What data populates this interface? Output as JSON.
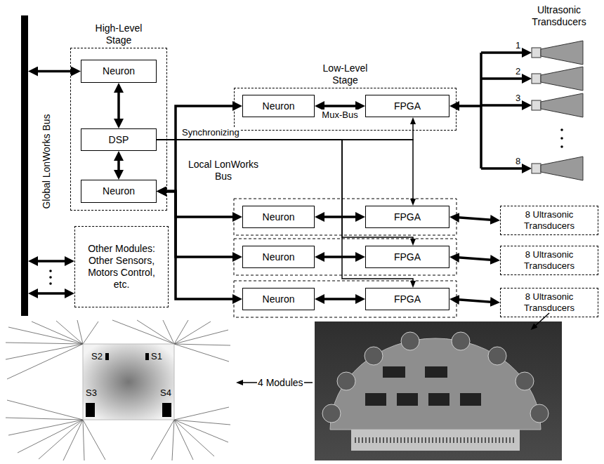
{
  "diagram": {
    "nodes": [
      {
        "text": [
          "Global LonWorks Bus"
        ]
      },
      {
        "text": [
          "High-Level Stage"
        ]
      },
      {
        "text": [
          "Neuron"
        ],
        "in": 1
      },
      {
        "text": [
          "DSP"
        ],
        "in": 1
      },
      {
        "text": [
          "Neuron"
        ],
        "in": 1
      },
      {
        "text": [
          "Other Modules: Other Sensors, Motors Control, etc."
        ]
      },
      {
        "text": [
          "Low-Level Stage"
        ]
      },
      {
        "text": [
          "Neuron"
        ],
        "in": 6
      },
      {
        "text": [
          "FPGA"
        ],
        "in": 6
      },
      {
        "text": [
          "Neuron"
        ]
      },
      {
        "text": [
          "FPGA"
        ]
      },
      {
        "text": [
          "8 Ultrasonic Transducers"
        ]
      },
      {
        "text": [
          "Neuron"
        ]
      },
      {
        "text": [
          "FPGA"
        ]
      },
      {
        "text": [
          "8 Ultrasonic Transducers"
        ]
      },
      {
        "text": [
          "Neuron"
        ]
      },
      {
        "text": [
          "FPGA"
        ]
      },
      {
        "text": [
          "8 Ultrasonic Transducers"
        ]
      }
    ],
    "edges": [
      {
        "from": 0,
        "to": 2,
        "arrow": "both"
      },
      {
        "from": 0,
        "to": 5,
        "arrow": "both"
      },
      {
        "from": 0,
        "to": 5,
        "arrow": "both"
      },
      {
        "from": 2,
        "to": 3,
        "arrow": "both"
      },
      {
        "from": 3,
        "to": 4,
        "arrow": "both"
      },
      {
        "from": 4,
        "to": 7,
        "arrow": "both"
      },
      {
        "from": 4,
        "to": 9,
        "arrow": "both"
      },
      {
        "from": 4,
        "to": 12,
        "arrow": "both"
      },
      {
        "from": 4,
        "to": 15,
        "arrow": "both"
      },
      {
        "from": 7,
        "to": 8,
        "label": "Mux-Bus",
        "arrow": "both"
      },
      {
        "from": 9,
        "to": 10,
        "arrow": "both"
      },
      {
        "from": 12,
        "to": 13,
        "arrow": "both"
      },
      {
        "from": 15,
        "to": 16,
        "arrow": "both"
      },
      {
        "from": 10,
        "to": 11,
        "arrow": "both"
      },
      {
        "from": 13,
        "to": 14,
        "arrow": "both"
      },
      {
        "from": 16,
        "to": 17,
        "arrow": "both"
      },
      {
        "from": 3,
        "to": 8,
        "arrow": "to"
      },
      {
        "from": 3,
        "to": 10,
        "arrow": "to"
      },
      {
        "from": 3,
        "to": 13,
        "arrow": "to"
      },
      {
        "from": 3,
        "to": 16,
        "arrow": "to"
      }
    ],
    "labels": [
      "Ultrasonic Transducers",
      "1",
      "2",
      "3",
      "8",
      "Synchronizing",
      "Local LonWorks Bus",
      "4 Modules",
      "S1",
      "S2",
      "S3",
      "S4"
    ]
  }
}
